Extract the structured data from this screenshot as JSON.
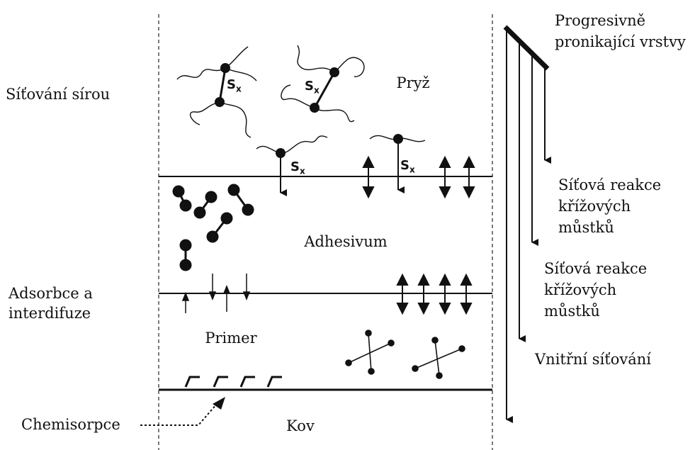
{
  "layers": {
    "rubber": "Pryž",
    "adhesive": "Adhesivum",
    "primer": "Primer",
    "metal": "Kov"
  },
  "left_labels": {
    "sulfur_crosslinking": "Síťování sírou",
    "adsorption": "Adsorbce a\ninterdifuze",
    "chemisorption": "Chemisorpce"
  },
  "right_labels": {
    "progressive_layers": "Progresivně\npronikající vrstvy",
    "crosslink_reaction_1": "Síťová reakce\nkřížových\nmůstků",
    "crosslink_reaction_2": "Síťová reakce\nkřížových\nmůstků",
    "internal_crosslinking": "Vnitřní síťování"
  },
  "bond_label": "S",
  "bond_subscript": "x"
}
